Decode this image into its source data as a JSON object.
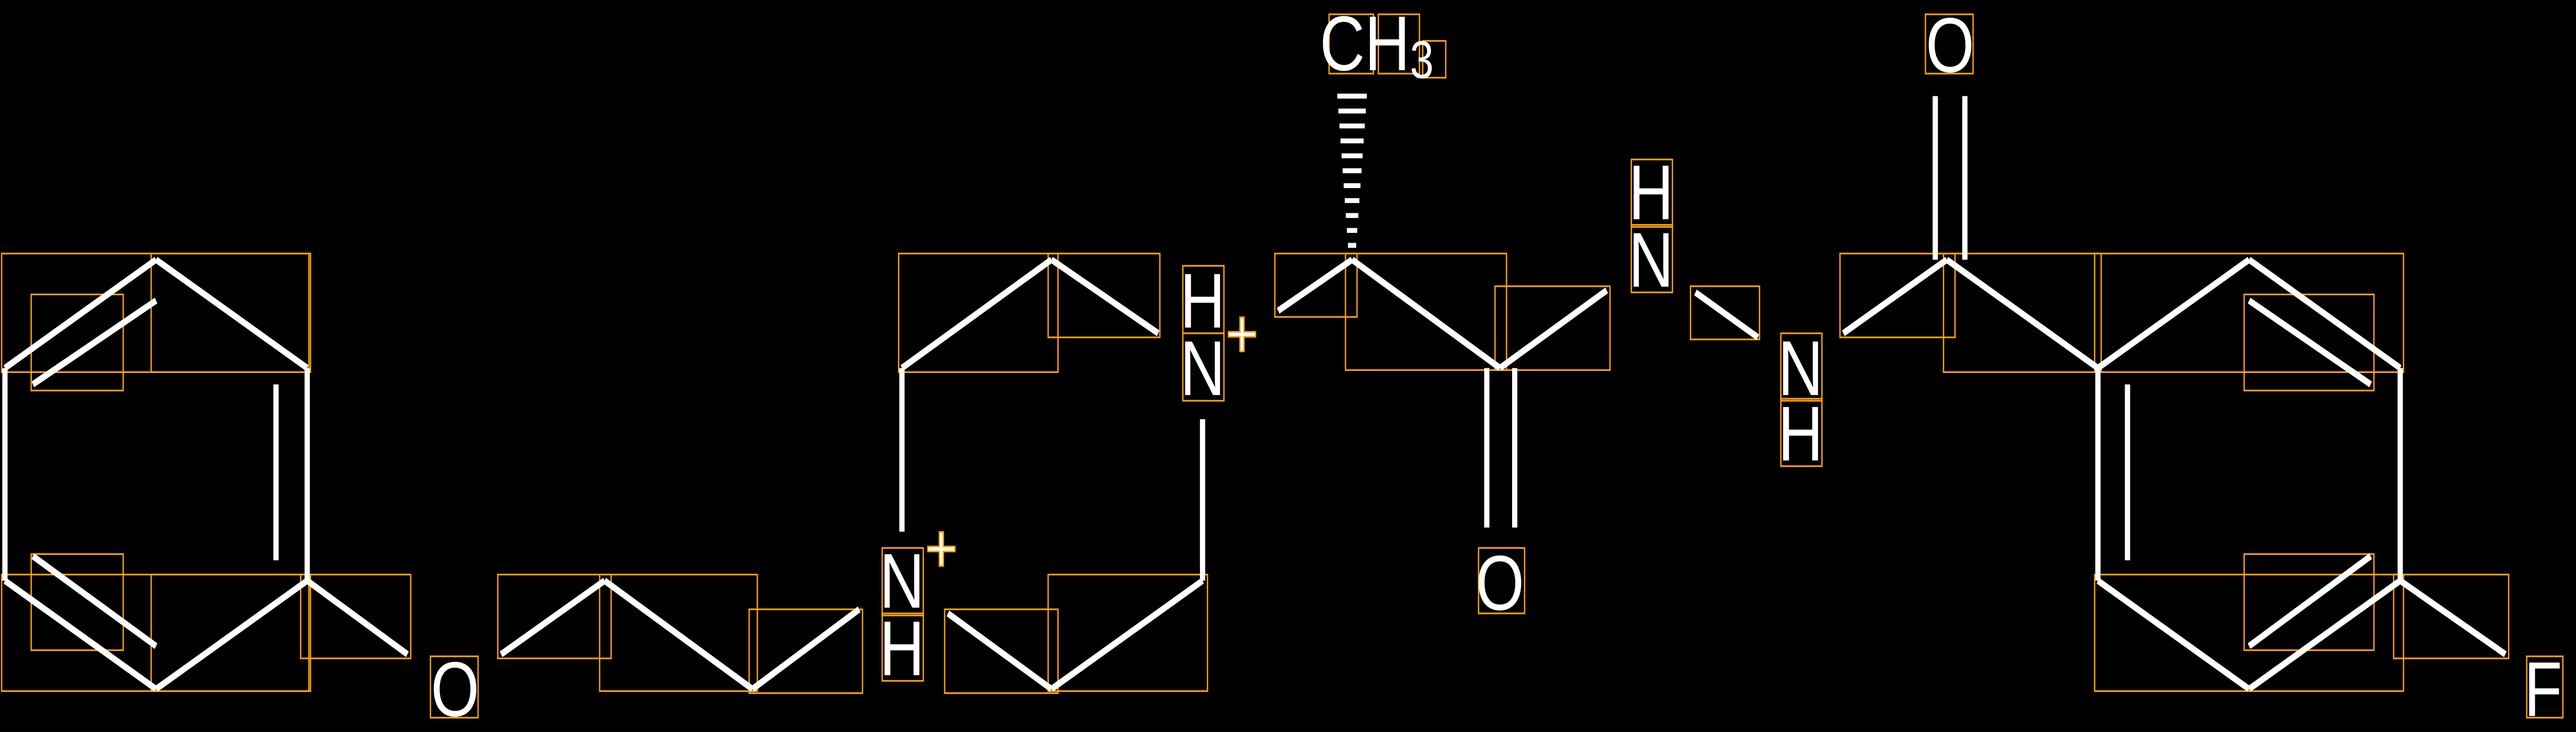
{
  "colors": {
    "background": "#000000",
    "bonds": "#ffffff",
    "boxes": "#ffa500"
  },
  "atoms": {
    "o_ether": "O",
    "n_pip_bottom": "N",
    "h_pip_bottom": "H",
    "charge_pip_bottom": "+",
    "h_pip_top": "H",
    "n_pip_top": "N",
    "charge_pip_top": "+",
    "methyl_c": "CH",
    "methyl_sub": "3",
    "o_amide1": "O",
    "h_hydrazide1": "H",
    "n_hydrazide1": "N",
    "n_hydrazide2": "N",
    "h_hydrazide2": "H",
    "o_amide2": "O",
    "fluorine": "F"
  }
}
